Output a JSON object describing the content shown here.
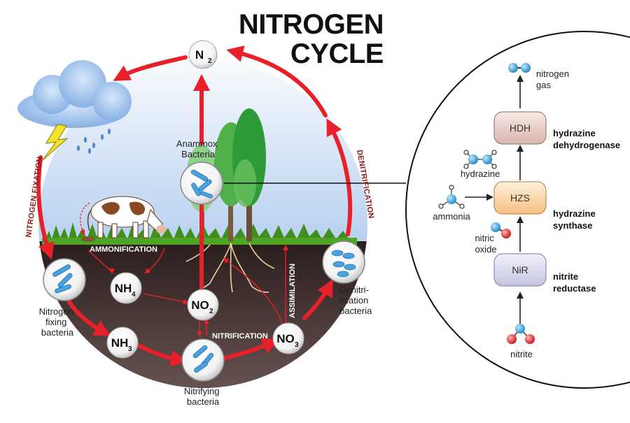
{
  "title": {
    "line1": "NITROGEN",
    "line2": "CYCLE"
  },
  "arc_labels": {
    "fixation": "NITROGEN FIXATION",
    "denitrification": "DENITRIFICATION",
    "ammonification": "AMMONIFICATION",
    "nitrification": "NITRIFICATION",
    "assimilation": "ASSIMILATION"
  },
  "nodes": {
    "n2": {
      "main": "N",
      "sub": "2"
    },
    "nh4": {
      "main": "NH",
      "sub": "4"
    },
    "nh3": {
      "main": "NH",
      "sub": "3"
    },
    "no2": {
      "main": "NO",
      "sub": "2"
    },
    "no3": {
      "main": "NO",
      "sub": "3"
    }
  },
  "bacteria_labels": {
    "anammox": [
      "Anammox",
      "Bacteria"
    ],
    "fixing": [
      "Nitrogen",
      "fixing",
      "bacteria"
    ],
    "nitrifying": [
      "Nitrifying",
      "bacteria"
    ],
    "denitrifying": [
      "Denitri-",
      "fication",
      "bacteria"
    ]
  },
  "enzymes": [
    {
      "abbr": "HDH",
      "name": [
        "hydrazine",
        "dehydrogenase"
      ]
    },
    {
      "abbr": "HZS",
      "name": [
        "hydrazine",
        "synthase"
      ]
    },
    {
      "abbr": "NiR",
      "name": [
        "nitrite",
        "reductase"
      ]
    }
  ],
  "molecules": {
    "nitrogen_gas": [
      "nitrogen",
      "gas"
    ],
    "hydrazine": "hydrazine",
    "ammonia": "ammonia",
    "nitric_oxide": [
      "nitric",
      "oxide"
    ],
    "nitrite": "nitrite"
  },
  "colors": {
    "cycle_arrow": "#e8202a",
    "soil": "#3a2a28",
    "sky": "#c9dcf3",
    "grass": "#3f8f1e",
    "bacteria": "#4aa3df",
    "nitrogen_atom": "#2aa7dd",
    "oxygen_atom": "#e02424",
    "enzyme_hdh": "#ead2cc",
    "enzyme_hzs": "#fbd6a8",
    "enzyme_nir": "#d8d8ee"
  }
}
